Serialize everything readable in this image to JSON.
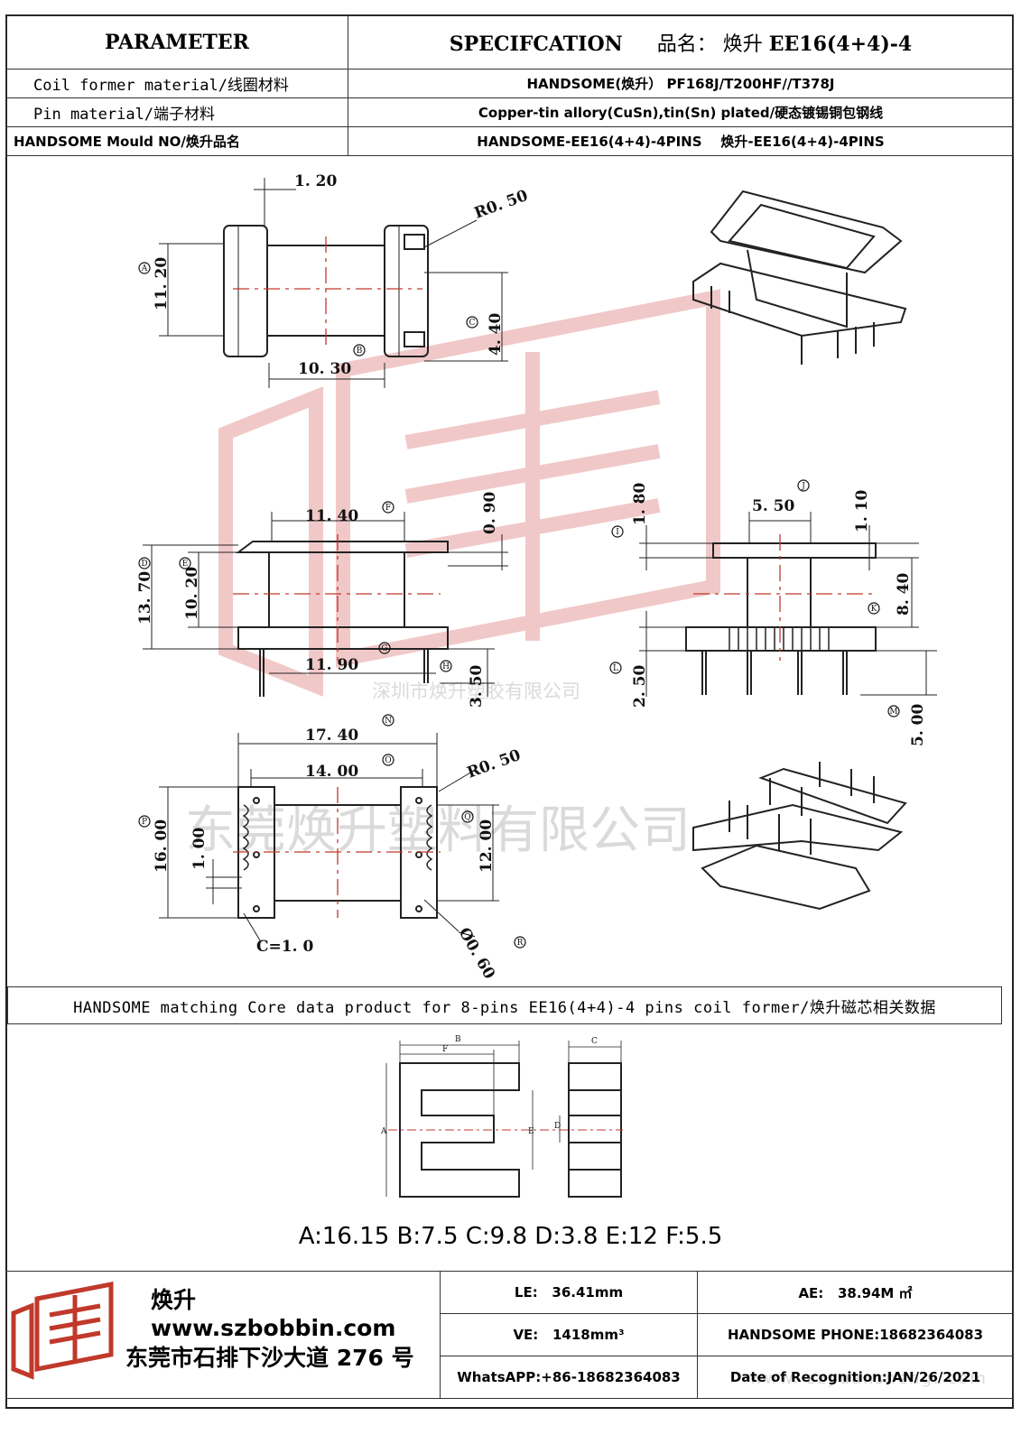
{
  "header": {
    "parameter": "PARAMETER",
    "specification": "SPECIFCATION",
    "product_name_label": "品名：",
    "product_name_brand": "焕升",
    "product_name_model": "EE16(4+4)-4",
    "rows": [
      {
        "param": "Coil former material/线圈材料",
        "spec": "HANDSOME(焕升） PF168J/T200HF//T378J"
      },
      {
        "param": "Pin material/端子材料",
        "spec": "Copper-tin allory(CuSn),tin(Sn) plated/硬态镀锡铜包钢线"
      },
      {
        "param": "HANDSOME Mould NO/焕升品名",
        "spec": "HANDSOME-EE16(4+4)-4PINS    焕升-EE16(4+4)-4PINS"
      }
    ]
  },
  "drawing": {
    "top_view": {
      "w": "1. 20",
      "radius": "R0. 50",
      "A": "11. 20",
      "C": "4. 40",
      "B": "10. 30"
    },
    "front_view": {
      "F": "11. 40",
      "thick": "0. 90",
      "D": "13. 70",
      "E": "10. 20",
      "G": "11. 90",
      "H": "3. 50"
    },
    "side_view": {
      "J": "5. 50",
      "I": "1. 80",
      "top": "1. 10",
      "K": "8. 40",
      "L": "2. 50",
      "M": "5. 00"
    },
    "bottom_view": {
      "N": "17. 40",
      "O": "14. 00",
      "radius": "R0. 50",
      "P": "16. 00",
      "pitch": "1. 00",
      "Q": "12. 00",
      "R": "Ø0. 60",
      "chamfer": "C=1. 0"
    },
    "letters": [
      "A",
      "B",
      "C",
      "D",
      "E",
      "F",
      "G",
      "H",
      "I",
      "J",
      "K",
      "L",
      "M",
      "N",
      "O",
      "P",
      "Q",
      "R"
    ]
  },
  "watermarks": {
    "line1": "深圳市焕升塑胶有限公司",
    "line2": "东莞焕升塑料有限公司",
    "url": "www. szyuansheng. com"
  },
  "matching": {
    "bar": "HANDSOME matching Core data  product for 8-pins EE16(4+4)-4 pins coil former/焕升磁芯相关数据",
    "core_labels": {
      "A": "A",
      "B": "B",
      "C": "C",
      "D": "D",
      "E": "E",
      "F": "F"
    },
    "core_data": "A:16.15 B:7.5 C:9.8 D:3.8 E:12 F:5.5"
  },
  "footer": {
    "brand": "焕升",
    "website": "www.szbobbin.com",
    "address": "东莞市石排下沙大道 276 号",
    "LE": "LE:   36.41mm",
    "AE": "AE:   38.94M ㎡",
    "VE": "VE:   1418mm³",
    "phone": "HANDSOME PHONE:18682364083",
    "whatsapp": "WhatsAPP:+86-18682364083",
    "date": "Date of Recognition:JAN/26/2021"
  },
  "colors": {
    "accent_red": "#c0392b",
    "watermark_red": "#e8a8a8",
    "line": "#222222"
  }
}
